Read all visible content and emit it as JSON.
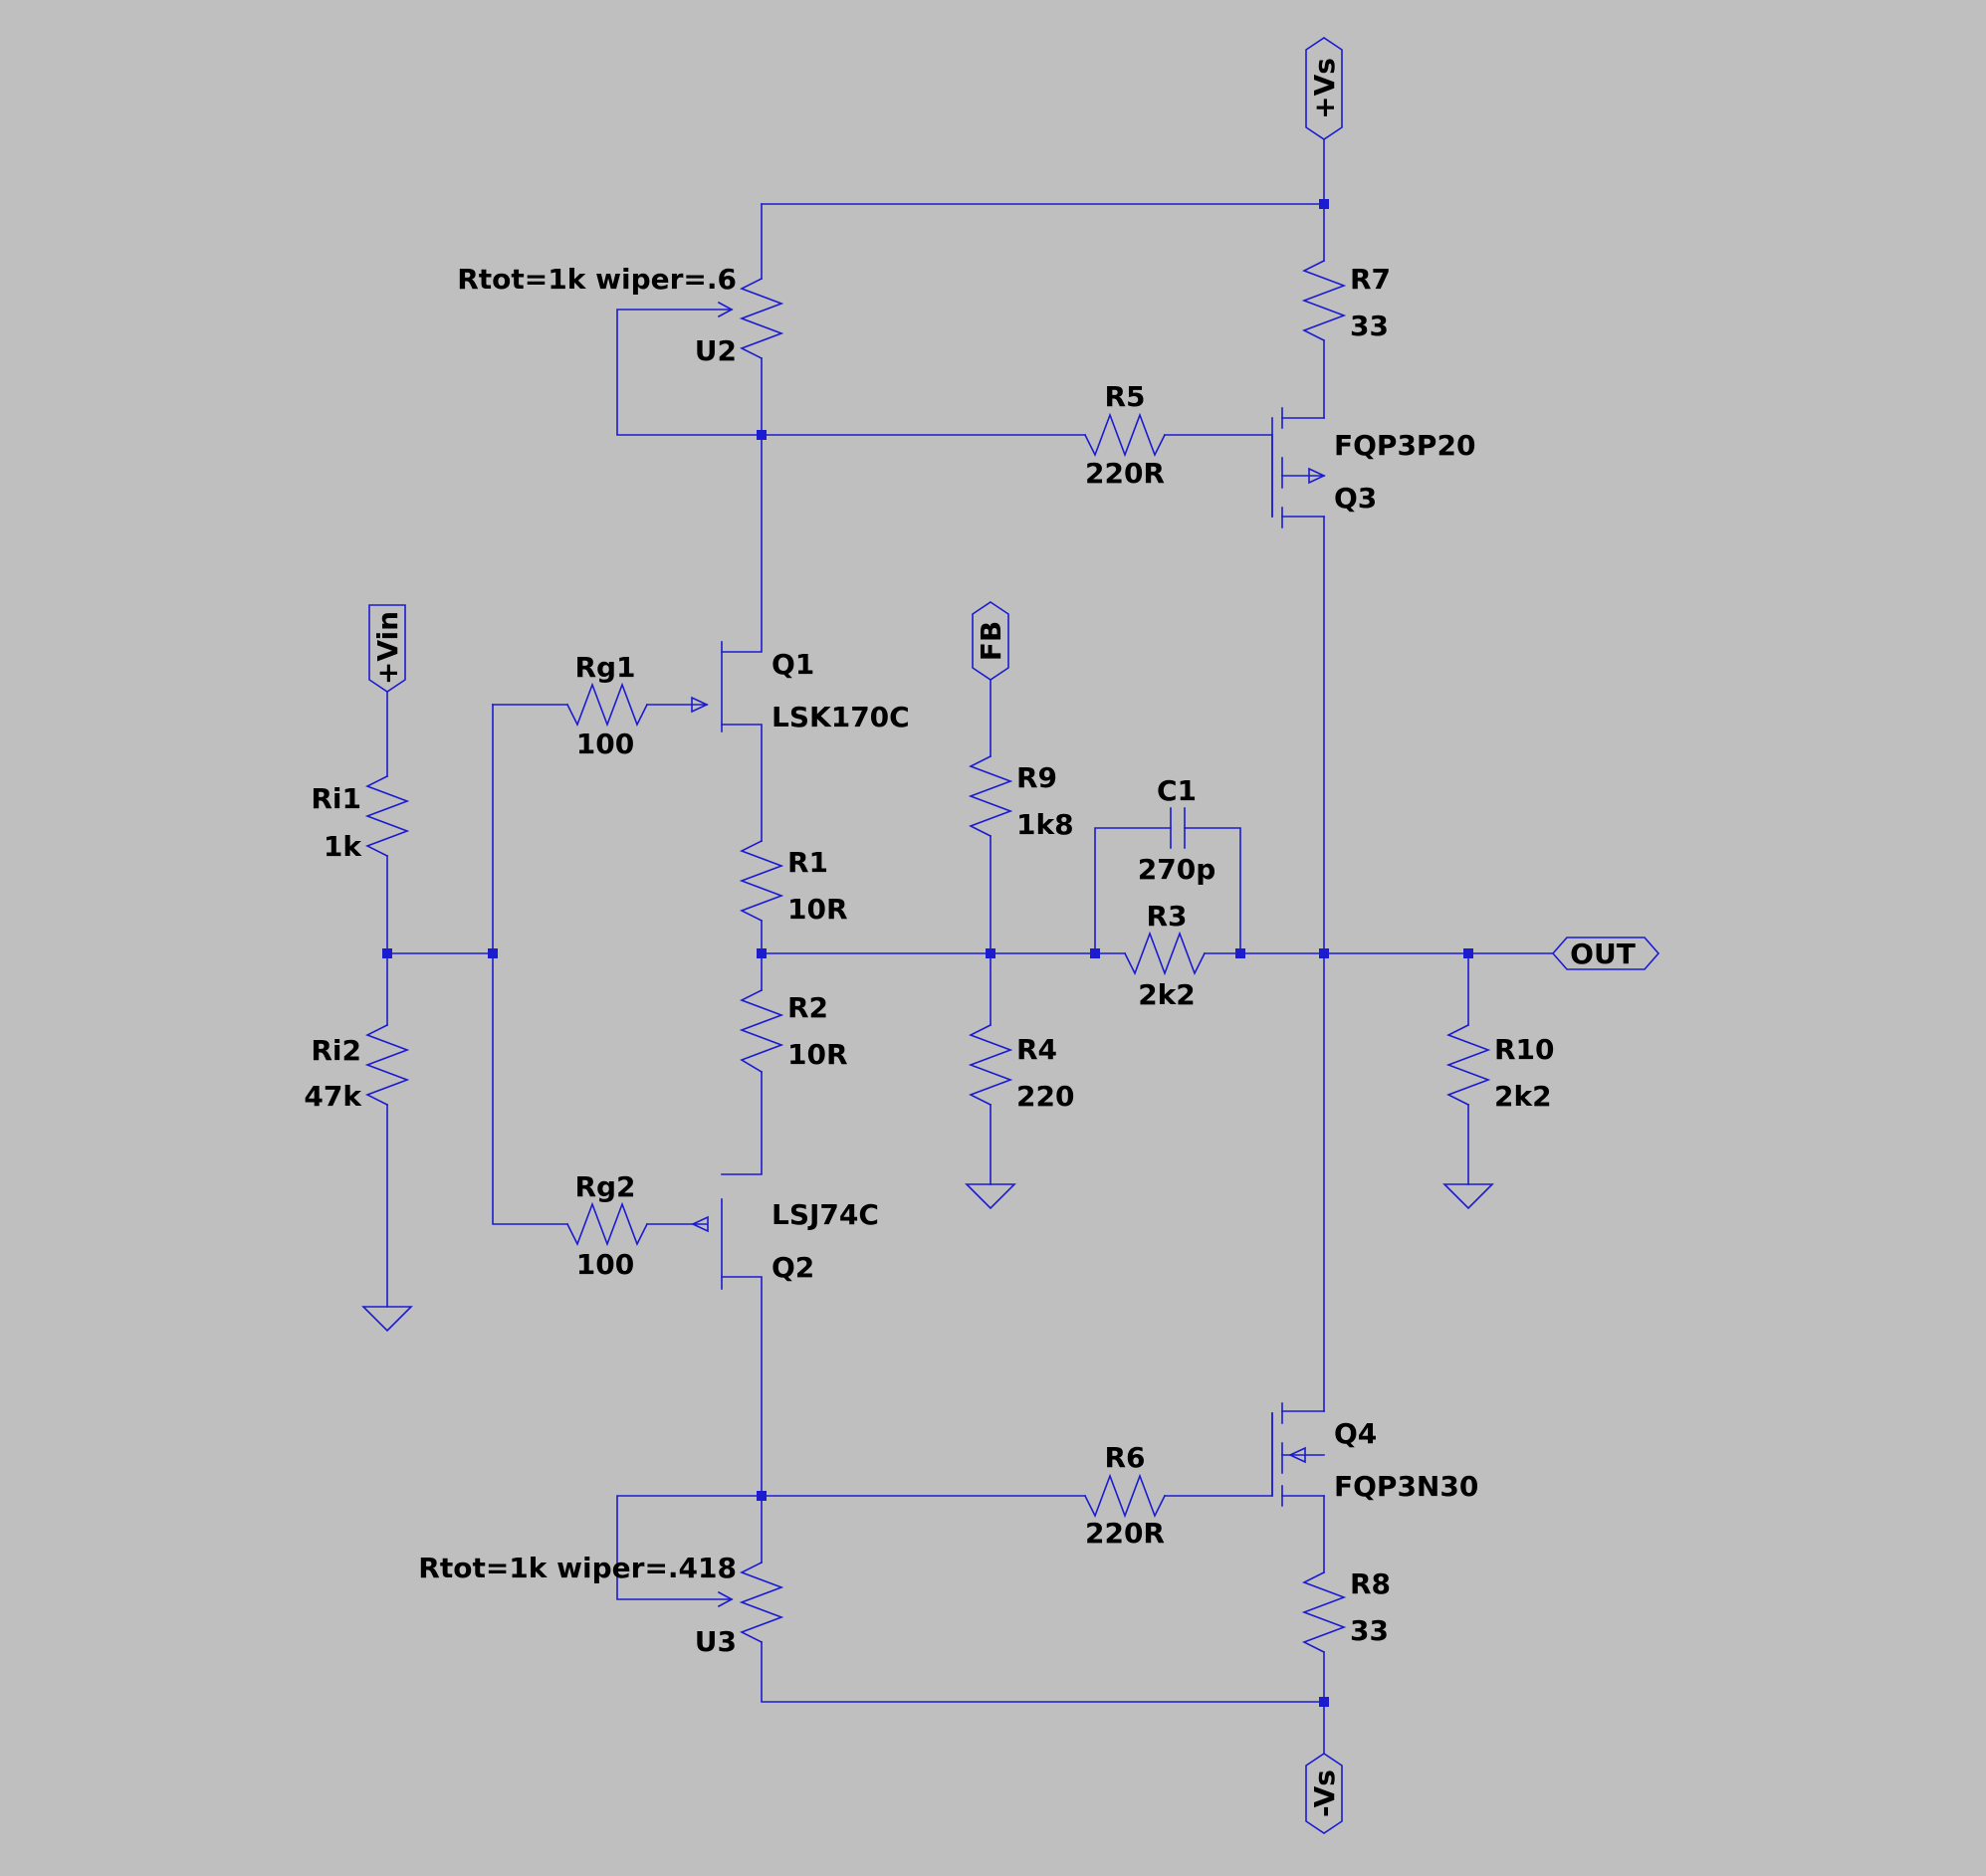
{
  "colors": {
    "background": "#bfbfbf",
    "wire": "#1b1bd0",
    "text": "#000000"
  },
  "ports": {
    "vs_pos": "+Vs",
    "vs_neg": "-Vs",
    "vin": "+Vin",
    "fb": "FB",
    "out": "OUT"
  },
  "components": {
    "u2": {
      "ref": "U2",
      "value": "Rtot=1k wiper=.6"
    },
    "u3": {
      "ref": "U3",
      "value": "Rtot=1k wiper=.418"
    },
    "r7": {
      "ref": "R7",
      "value": "33"
    },
    "r8": {
      "ref": "R8",
      "value": "33"
    },
    "r5": {
      "ref": "R5",
      "value": "220R"
    },
    "r6": {
      "ref": "R6",
      "value": "220R"
    },
    "q3": {
      "ref": "Q3",
      "value": "FQP3P20"
    },
    "q4": {
      "ref": "Q4",
      "value": "FQP3N30"
    },
    "q1": {
      "ref": "Q1",
      "value": "LSK170C"
    },
    "q2": {
      "ref": "Q2",
      "value": "LSJ74C"
    },
    "rg1": {
      "ref": "Rg1",
      "value": "100"
    },
    "rg2": {
      "ref": "Rg2",
      "value": "100"
    },
    "ri1": {
      "ref": "Ri1",
      "value": "1k"
    },
    "ri2": {
      "ref": "Ri2",
      "value": "47k"
    },
    "r1": {
      "ref": "R1",
      "value": "10R"
    },
    "r2": {
      "ref": "R2",
      "value": "10R"
    },
    "r9": {
      "ref": "R9",
      "value": "1k8"
    },
    "r4": {
      "ref": "R4",
      "value": "220"
    },
    "r3": {
      "ref": "R3",
      "value": "2k2"
    },
    "c1": {
      "ref": "C1",
      "value": "270p"
    },
    "r10": {
      "ref": "R10",
      "value": "2k2"
    }
  }
}
